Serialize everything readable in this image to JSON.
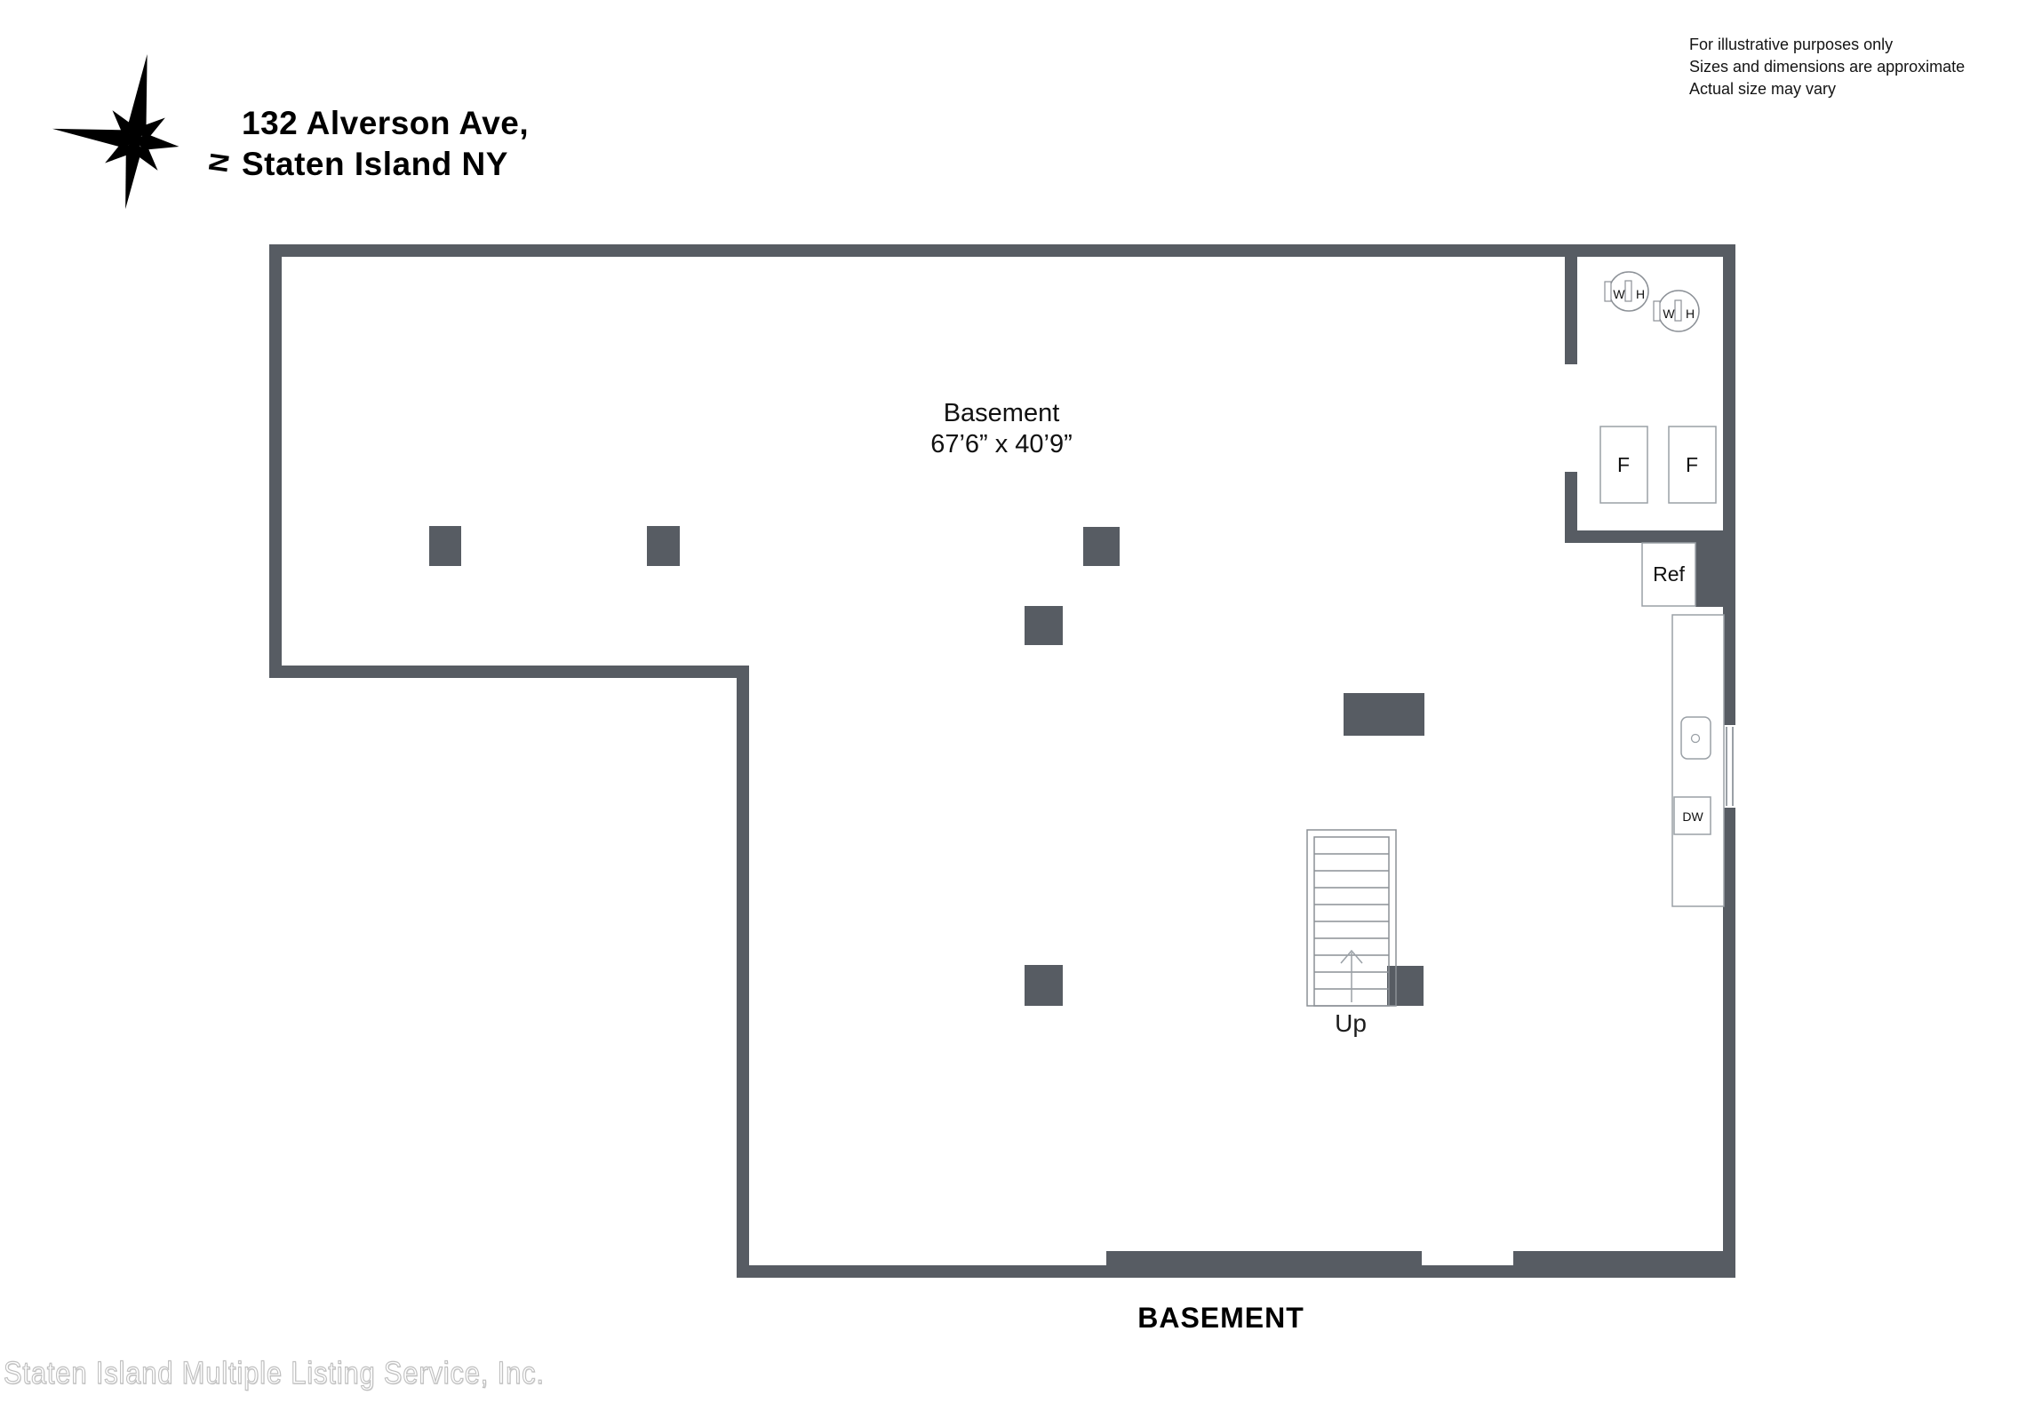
{
  "header": {
    "address_line1": "132 Alverson Ave,",
    "address_line2": "Staten Island NY"
  },
  "disclaimer": {
    "lines": [
      "For illustrative purposes only",
      "Sizes and dimensions are approximate",
      "Actual size may vary"
    ]
  },
  "compass": {
    "north": "N"
  },
  "room": {
    "name": "Basement",
    "dims": "67’6” x 40’9”"
  },
  "stairs": {
    "up_label": "Up"
  },
  "appliances": {
    "water_heater_w": "W",
    "water_heater_h": "H",
    "freezer": "F",
    "refrigerator": "Ref",
    "dishwasher": "DW"
  },
  "title": {
    "text": "BASEMENT"
  },
  "watermark": {
    "text": "Staten Island Multiple Listing Service, Inc."
  },
  "colors": {
    "wall-color": "#575c63",
    "border-color": "#9aa0a6",
    "stair-color": "#8b9096",
    "text-color": "#111111",
    "watermark-outline": "#bfbfbf"
  }
}
